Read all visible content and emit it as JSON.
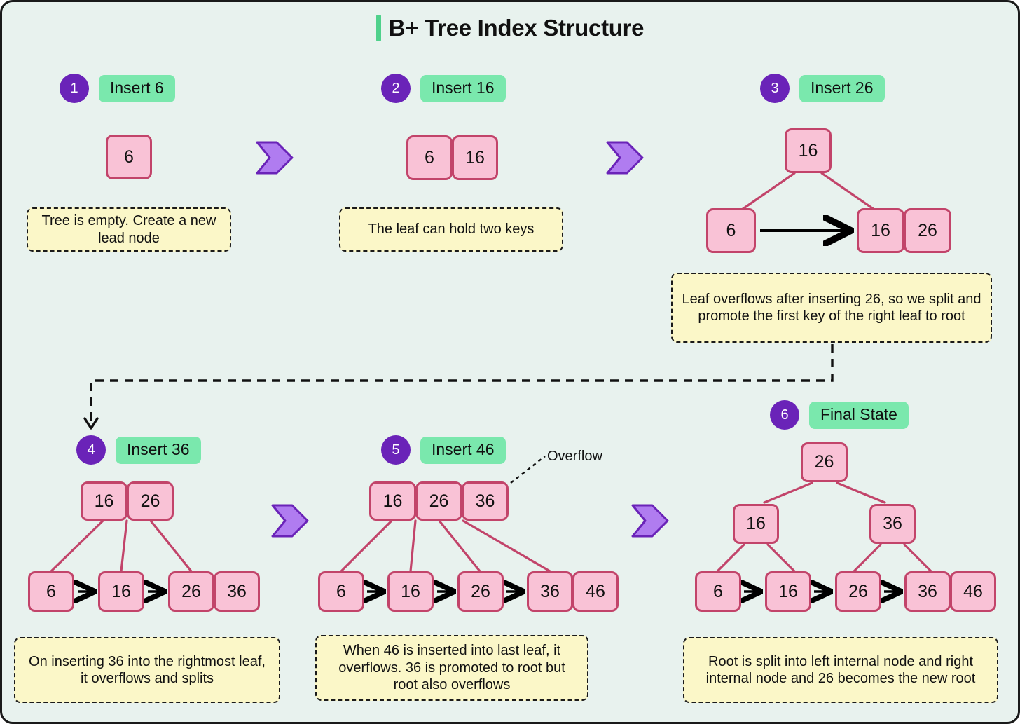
{
  "title": "B+ Tree Index Structure",
  "colors": {
    "background": "#e8f2ee",
    "frame": "#1a1a1a",
    "title_accent": "#4fd18b",
    "badge": "#6a23b8",
    "pill": "#7ae8ad",
    "node_fill": "#f9c2d6",
    "node_border": "#c2446a",
    "callout_fill": "#fbf7c8",
    "chevron_fill": "#b07cf0",
    "chevron_border": "#6a23b8",
    "link_arrow": "#000000"
  },
  "steps": [
    {
      "number": "1",
      "label": "Insert 6",
      "note": "Tree is empty. Create a new lead node",
      "nodes": {
        "leaves": [
          [
            "6"
          ]
        ]
      }
    },
    {
      "number": "2",
      "label": "Insert 16",
      "note": "The leaf can hold two keys",
      "nodes": {
        "leaves": [
          [
            "6",
            "16"
          ]
        ]
      }
    },
    {
      "number": "3",
      "label": "Insert 26",
      "note": "Leaf overflows after inserting 26, so we split and promote the first key of the right leaf to root",
      "nodes": {
        "root": [
          "16"
        ],
        "leaves": [
          [
            "6"
          ],
          [
            "16",
            "26"
          ]
        ]
      }
    },
    {
      "number": "4",
      "label": "Insert 36",
      "note": "On inserting 36 into the rightmost leaf, it overflows and splits",
      "nodes": {
        "root": [
          "16",
          "26"
        ],
        "leaves": [
          [
            "6"
          ],
          [
            "16"
          ],
          [
            "26",
            "36"
          ]
        ]
      }
    },
    {
      "number": "5",
      "label": "Insert 46",
      "note": "When 46 is inserted into last leaf, it overflows. 36 is promoted to root but root also overflows",
      "annotation": "Overflow",
      "nodes": {
        "root": [
          "16",
          "26",
          "36"
        ],
        "leaves": [
          [
            "6"
          ],
          [
            "16"
          ],
          [
            "26"
          ],
          [
            "36",
            "46"
          ]
        ]
      }
    },
    {
      "number": "6",
      "label": "Final State",
      "note": "Root is split into left internal node and right internal node and 26 becomes the new root",
      "nodes": {
        "root": [
          "26"
        ],
        "internal": [
          [
            "16"
          ],
          [
            "36"
          ]
        ],
        "leaves": [
          [
            "6"
          ],
          [
            "16"
          ],
          [
            "26"
          ],
          [
            "36",
            "46"
          ]
        ]
      }
    }
  ]
}
